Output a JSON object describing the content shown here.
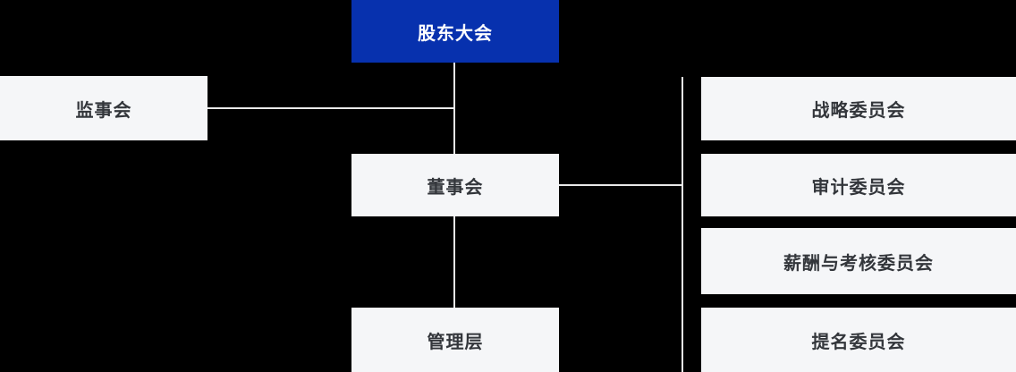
{
  "chart_data": {
    "type": "org-chart",
    "title": "",
    "colors": {
      "background": "#000000",
      "primary_node_bg": "#0731AE",
      "primary_node_text": "#FFFFFF",
      "node_bg": "#F5F6F8",
      "node_text": "#33363B",
      "connector_line": "#E9E9E9"
    },
    "nodes": [
      {
        "id": "shareholders",
        "label": "股东大会",
        "variant": "primary"
      },
      {
        "id": "supervisory",
        "label": "监事会",
        "variant": "default"
      },
      {
        "id": "board",
        "label": "董事会",
        "variant": "default"
      },
      {
        "id": "management",
        "label": "管理层",
        "variant": "default"
      },
      {
        "id": "strategy",
        "label": "战略委员会",
        "variant": "default"
      },
      {
        "id": "audit",
        "label": "审计委员会",
        "variant": "default"
      },
      {
        "id": "remuneration",
        "label": "薪酬与考核委员会",
        "variant": "default"
      },
      {
        "id": "nomination",
        "label": "提名委员会",
        "variant": "default"
      }
    ],
    "edges": [
      {
        "from": "shareholders",
        "to": "board"
      },
      {
        "from": "board",
        "to": "management"
      },
      {
        "from": "supervisory",
        "to": "shareholders-board-trunk"
      },
      {
        "from": "board",
        "to": "committees-group"
      }
    ],
    "committees_group": [
      "strategy",
      "audit",
      "remuneration",
      "nomination"
    ]
  }
}
